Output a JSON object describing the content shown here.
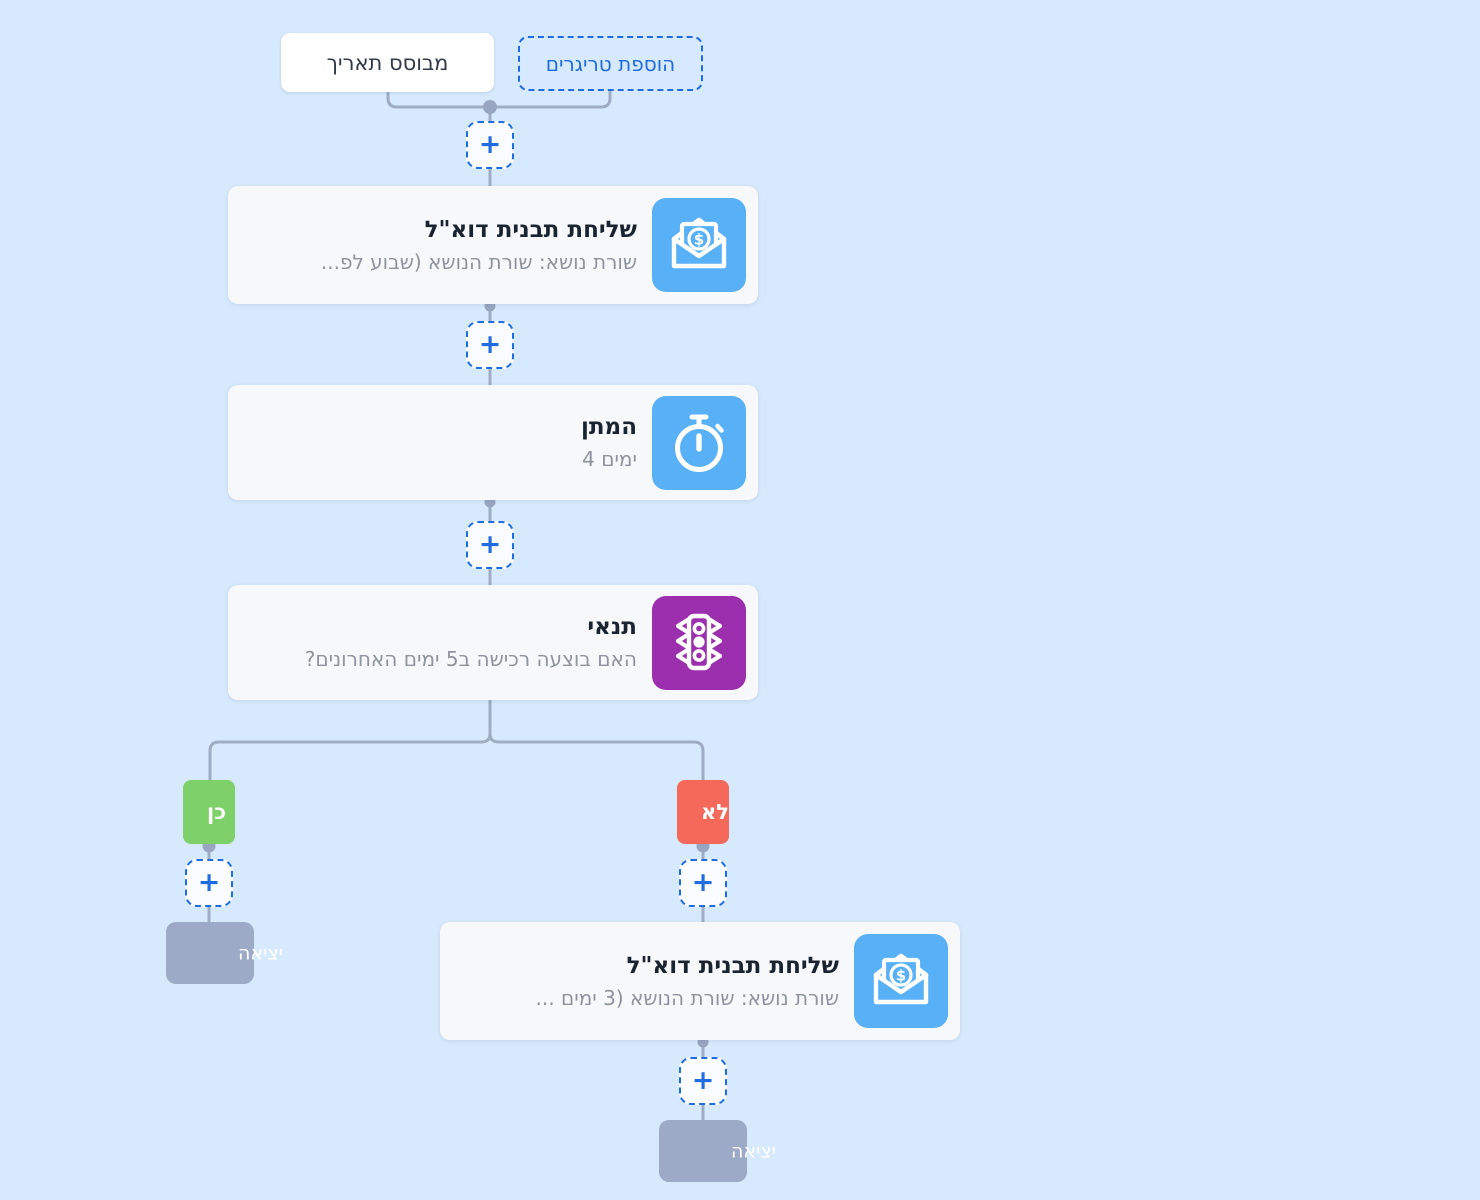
{
  "colors": {
    "background": "#d7e9fc",
    "accent_blue": "#1f6be1",
    "icon_blue": "#58b0f7",
    "icon_purple": "#9c2fad",
    "yes_green": "#7ed069",
    "no_red": "#f5695a",
    "exit_gray": "#9caac7",
    "wire_gray": "#9fadc4"
  },
  "ui": {
    "plus": "+"
  },
  "trigger": {
    "label": "מבוסס תאריך",
    "add_button": "הוספת טריגרים"
  },
  "nodes": {
    "email1": {
      "title": "שליחת תבנית דוא\"ל",
      "subtitle": "שורת נושא: שורת הנושא (שבוע לפ...",
      "icon": "email-dollar-icon"
    },
    "wait": {
      "title": "המתן",
      "subtitle": "4 ימים",
      "icon": "stopwatch-icon"
    },
    "condition": {
      "title": "תנאי",
      "subtitle": "האם בוצעה רכישה ב5 ימים האחרונים?",
      "icon": "traffic-light-icon"
    },
    "email2": {
      "title": "שליחת תבנית דוא\"ל",
      "subtitle": "שורת נושא: שורת הנושא (3 ימים ...",
      "icon": "email-dollar-icon"
    }
  },
  "branch": {
    "yes": "כן",
    "no": "לא"
  },
  "exit": {
    "label": "יציאה"
  }
}
